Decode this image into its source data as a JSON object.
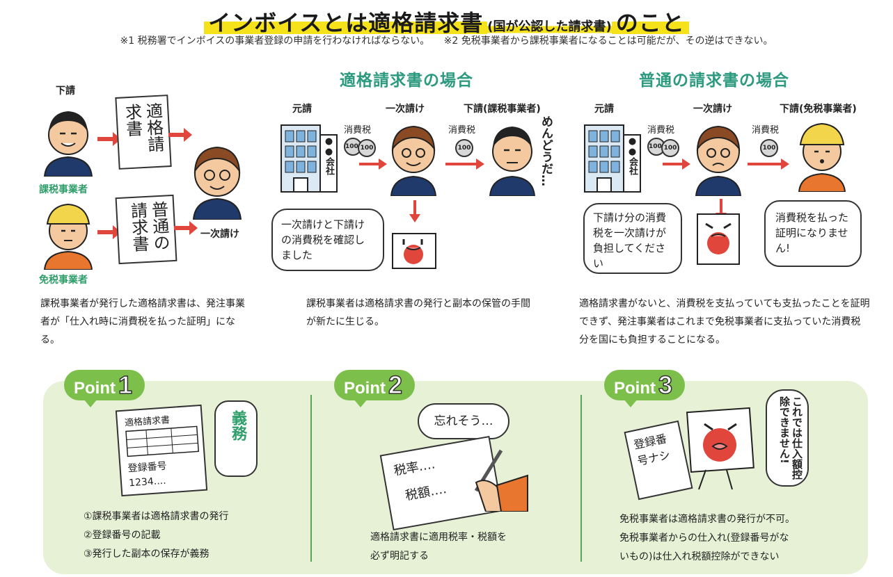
{
  "header": {
    "title_main": "インボイスとは適格請求書",
    "title_sub": "(国が公認した請求書)",
    "title_tail": "のこと",
    "note1": "※1 税務署でインボイスの事業者登録の申請を行わなければならない。",
    "note2": "※2 免税事業者から課税事業者になることは可能だが、その逆はできない。"
  },
  "left": {
    "label_top": "下請",
    "label_kazei": "課税事業者",
    "label_menzei": "免税事業者",
    "label_ichiji": "一次請け",
    "invoice1": "適格請求書",
    "invoice2": "普通の請求書",
    "desc": "課税事業者が発行した適格請求書は、発注事業者が「仕入れ時に消費税を払った証明」になる。"
  },
  "middle": {
    "heading": "適格請求書の場合",
    "label_moto": "元請",
    "label_ichiji": "一次請け",
    "label_shita": "下請(課税事業者)",
    "tax1": "消費税",
    "tax2": "消費税",
    "company": "●●会社",
    "coin1": "1000",
    "coin2": "100",
    "mendou": "めんどうだ…",
    "bubble": "一次請けと下請けの消費税を確認しました",
    "desc": "課税事業者は適格請求書の発行と副本の保管の手間が新たに生じる。"
  },
  "right": {
    "heading": "普通の請求書の場合",
    "label_moto": "元請",
    "label_ichiji": "一次請け",
    "label_shita": "下請(免税事業者)",
    "tax1": "消費税",
    "tax2": "消費税",
    "company": "●●会社",
    "coin1": "1000",
    "coin2": "100",
    "bubble1": "下請け分の消費税を一次請けが負担してください",
    "bubble2": "消費税を払った証明になりません!",
    "desc": "適格請求書がないと、消費税を支払っていても支払ったことを証明できず、発注事業者はこれまで免税事業者に支払っていた消費税分を国にも負担することになる。"
  },
  "points": [
    {
      "label": "Point",
      "num": "1",
      "doc_title": "適格請求書",
      "doc_reg": "登録番号",
      "doc_num": "1234....",
      "gimu": "義務",
      "lines": [
        "①課税事業者は適格請求書の発行",
        "②登録番号の記載",
        "③発行した副本の保存が義務"
      ]
    },
    {
      "label": "Point",
      "num": "2",
      "thought": "忘れそう…",
      "paper1": "税率….",
      "paper2": "税額….",
      "lines": [
        "適格請求書に適用税率・税額を",
        "必ず明記する"
      ]
    },
    {
      "label": "Point",
      "num": "3",
      "card": "登録番号ナシ",
      "speech": "これでは仕入額控除できません!",
      "lines": [
        "免税事業者は適格請求書の発行が不可。",
        "免税事業者からの仕入れ(登録番号がな",
        "いもの)は仕入れ税額控除ができない"
      ]
    }
  ],
  "colors": {
    "accent_green": "#2b9a7e",
    "point_green": "#7cbf4a",
    "panel_bg": "#e6f1d6",
    "highlight_yellow": "#f6e21a",
    "arrow_red": "#e0463c"
  }
}
